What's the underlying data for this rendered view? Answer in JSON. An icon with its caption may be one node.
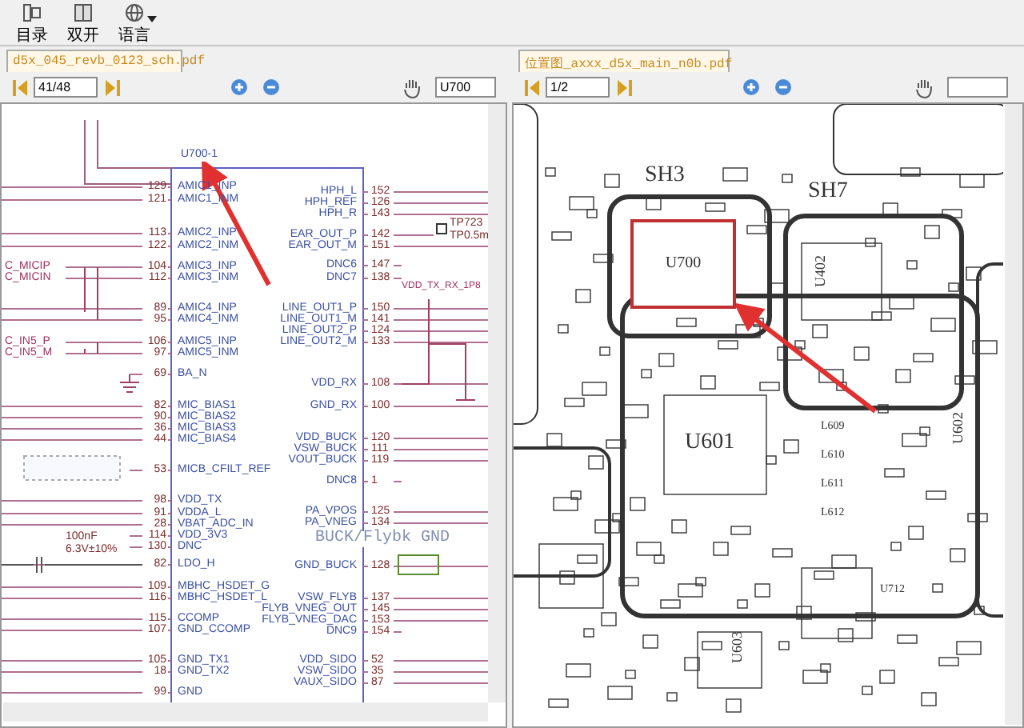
{
  "diagram": {
    "nodes": [
      {
        "text": [
          "U700-1"
        ]
      },
      {
        "text": [
          "U700"
        ]
      }
    ],
    "edges": [
      {
        "from": null,
        "to": 0,
        "arrow": "to",
        "color": "#e03030"
      },
      {
        "from": null,
        "to": 1,
        "arrow": "to",
        "color": "#e03030"
      }
    ],
    "labels": [
      "目录",
      "双开",
      "语言",
      "d5x_045_revb_0123_sch.pdf",
      "41/48",
      "U700",
      "位置图_axxx_d5x_main_n0b.pdf",
      "1/2",
      "129",
      "AMIC1_INP",
      "121",
      "AMIC1_INM",
      "113",
      "AMIC2_INP",
      "122",
      "AMIC2_INM",
      "104",
      "AMIC3_INP",
      "112",
      "AMIC3_INM",
      "89",
      "AMIC4_INP",
      "95",
      "AMIC4_INM",
      "106",
      "AMIC5_INP",
      "97",
      "AMIC5_INM",
      "69",
      "BA_N",
      "82",
      "MIC_BIAS1",
      "90",
      "MIC_BIAS2",
      "36",
      "MIC_BIAS3",
      "44",
      "MIC_BIAS4",
      "53",
      "MICB_CFILT_REF",
      "98",
      "VDD_TX",
      "91",
      "VDDA_L",
      "28",
      "VBAT_ADC_IN",
      "114",
      "VDD_3V3",
      "130",
      "DNC",
      "82",
      "LDO_H",
      "109",
      "MBHC_HSDET_G",
      "116",
      "MBHC_HSDET_L",
      "115",
      "CCOMP",
      "107",
      "GND_CCOMP",
      "105",
      "GND_TX1",
      "18",
      "GND_TX2",
      "99",
      "GND",
      "HPH_L",
      "152",
      "HPH_REF",
      "126",
      "HPH_R",
      "143",
      "EAR_OUT_P",
      "142",
      "EAR_OUT_M",
      "151",
      "DNC6",
      "147",
      "DNC7",
      "138",
      "LINE_OUT1_P",
      "150",
      "LINE_OUT1_M",
      "141",
      "LINE_OUT2_P",
      "124",
      "LINE_OUT2_M",
      "133",
      "VDD_RX",
      "108",
      "GND_RX",
      "100",
      "VDD_BUCK",
      "120",
      "VSW_BUCK",
      "111",
      "VOUT_BUCK",
      "119",
      "DNC8",
      "1",
      "PA_VPOS",
      "125",
      "PA_VNEG",
      "134",
      "GND_BUCK",
      "128",
      "VSW_FLYB",
      "137",
      "FLYB_VNEG_OUT",
      "145",
      "FLYB_VNEG_DAC",
      "153",
      "DNC9",
      "154",
      "VDD_SIDO",
      "52",
      "VSW_SIDO",
      "35",
      "VAUX_SIDO",
      "87",
      "C_MICIP",
      "C_MICIN",
      "C_IN5_P",
      "C_IN5_M",
      "TP723",
      "TP0.5m",
      "VDD_TX_RX_1P8",
      "BUCK/Flybk GND",
      "100nF",
      "6.3V±10%",
      "SH3",
      "SH7",
      "U402",
      "U601",
      "U602",
      "L609",
      "L610",
      "L611",
      "L612",
      "U712",
      "U603"
    ]
  }
}
